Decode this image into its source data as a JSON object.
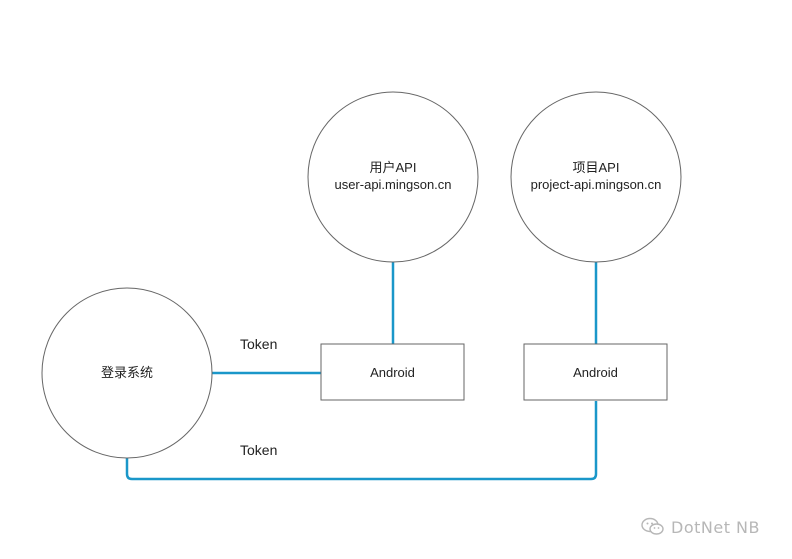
{
  "diagram": {
    "nodes": {
      "user_api": {
        "line1": "用户API",
        "line2": "user-api.mingson.cn"
      },
      "project_api": {
        "line1": "项目API",
        "line2": "project-api.mingson.cn"
      },
      "login_system": {
        "label": "登录系统"
      },
      "android_left": {
        "label": "Android"
      },
      "android_right": {
        "label": "Android"
      }
    },
    "edges": {
      "token_top": "Token",
      "token_bottom": "Token"
    },
    "colors": {
      "connector": "#1a97c9",
      "node_stroke": "#666666",
      "node_fill": "#ffffff"
    }
  },
  "watermark": {
    "text": "DotNet NB",
    "icon": "wechat-icon"
  }
}
